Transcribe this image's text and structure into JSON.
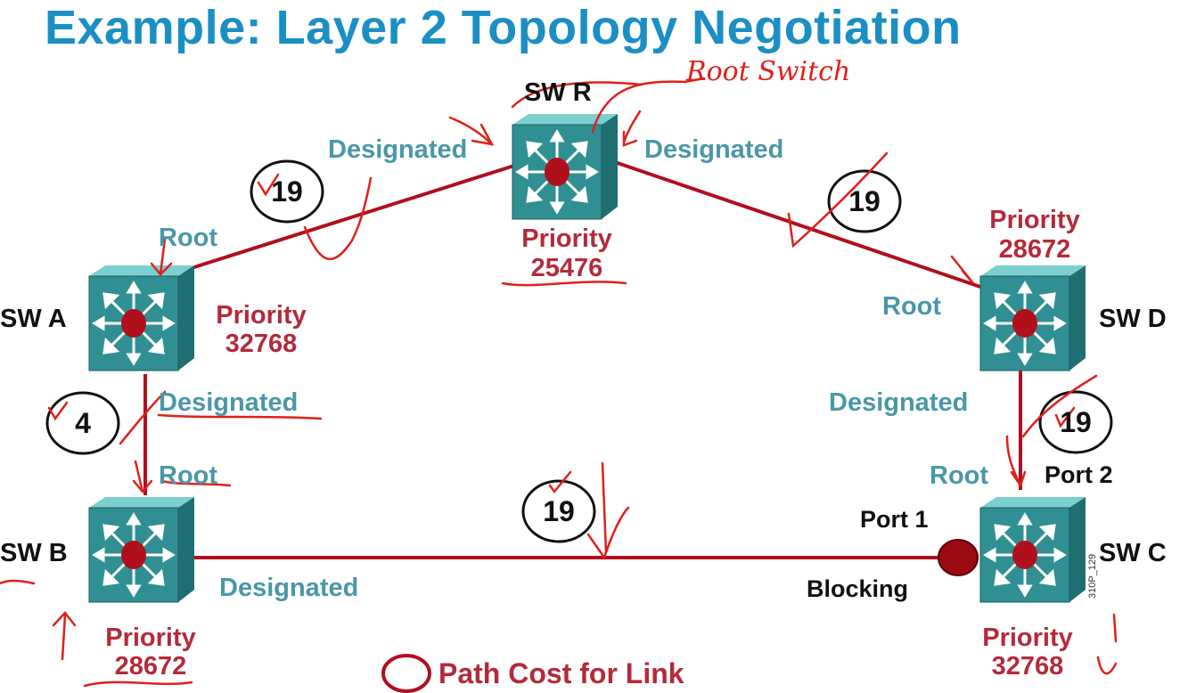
{
  "title": "Example: Layer 2 Topology Negotiation",
  "annotation_root_switch": "Root Switch",
  "switches": {
    "r": {
      "name": "SW R",
      "priority_label": "Priority",
      "priority": "25476"
    },
    "a": {
      "name": "SW A",
      "priority_label": "Priority",
      "priority": "32768"
    },
    "b": {
      "name": "SW B",
      "priority_label": "Priority",
      "priority": "28672"
    },
    "c": {
      "name": "SW C",
      "priority_label": "Priority",
      "priority": "32768"
    },
    "d": {
      "name": "SW D",
      "priority_label": "Priority",
      "priority": "28672"
    }
  },
  "ports": {
    "r_left": "Designated",
    "r_right": "Designated",
    "a_top": "Root",
    "a_bottom": "Designated",
    "b_top": "Root",
    "b_right": "Designated",
    "d_left": "Root",
    "d_bottom": "Designated",
    "c_top": "Root",
    "c_port2": "Port 2",
    "c_port1": "Port 1",
    "c_blocking": "Blocking"
  },
  "costs": {
    "r_a": "19",
    "r_d": "19",
    "a_b": "4",
    "b_c": "19",
    "d_c": "19"
  },
  "legend": "Path Cost for Link",
  "figure_code": "310P_129",
  "colors": {
    "title": "#1b8fc3",
    "link": "#b00f1e",
    "role_text": "#4a97a8",
    "priority_text": "#b42a3a",
    "switch_face": "#2f8f93",
    "switch_top": "#7ccfcf",
    "switch_side": "#1e6e72",
    "annotation": "#e0201a"
  }
}
